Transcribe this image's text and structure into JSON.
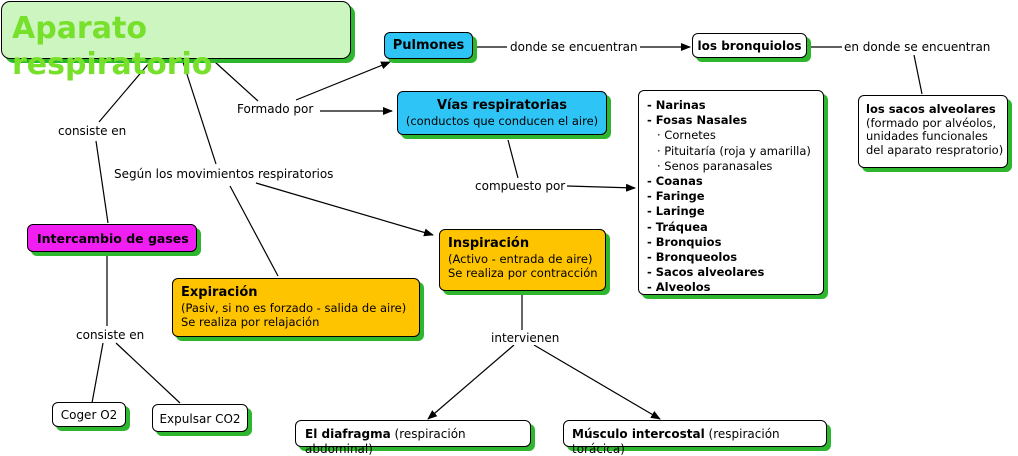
{
  "title": "Aparato respiratorio",
  "nodes": {
    "pulmones": "Pulmones",
    "bronquiolos": "los bronquiolos",
    "sacos": {
      "title": "los sacos alveolares",
      "lines": [
        "(formado por alvéolos,",
        "unidades funcionales",
        "del aparato respratorio)"
      ]
    },
    "vias": {
      "title": "Vías respiratorias",
      "sub": "(conductos que conducen el aire)"
    },
    "lista": {
      "items": [
        {
          "text": "- Narinas",
          "level": 0
        },
        {
          "text": "- Fosas Nasales",
          "level": 0
        },
        {
          "text": "· Cornetes",
          "level": 1
        },
        {
          "text": "· Pituitaría (roja y amarilla)",
          "level": 1
        },
        {
          "text": "· Senos paranasales",
          "level": 1
        },
        {
          "text": "- Coanas",
          "level": 0
        },
        {
          "text": "- Faringe",
          "level": 0
        },
        {
          "text": "- Laringe",
          "level": 0
        },
        {
          "text": "- Tráquea",
          "level": 0
        },
        {
          "text": "- Bronquios",
          "level": 0
        },
        {
          "text": "- Bronqueolos",
          "level": 0
        },
        {
          "text": "- Sacos alveolares",
          "level": 0
        },
        {
          "text": "- Alveolos",
          "level": 0
        }
      ]
    },
    "intercambio": "Intercambio de gases",
    "inspiracion": {
      "title": "Inspiración",
      "lines": [
        "(Activo - entrada de aire)",
        "Se realiza por contracción"
      ]
    },
    "expiracion": {
      "title": "Expiración",
      "lines": [
        "(Pasiv, si no es forzado - salida de aire)",
        "Se realiza por relajación"
      ]
    },
    "coger": "Coger O2",
    "expulsar": "Expulsar CO2",
    "diafragma": {
      "bold": "El diafragma",
      "rest": " (respiración abdominal)"
    },
    "musculo": {
      "bold": "Músculo intercostal",
      "rest": " (respiración torácica)"
    }
  },
  "labels": {
    "formado": "Formado por",
    "consiste1": "consiste en",
    "segun": "Según los movimientos respiratorios",
    "donde": "donde se encuentran",
    "endonde": "en donde se encuentran",
    "compuesto": "compuesto por",
    "consiste2": "consiste en",
    "intervienen": "intervienen"
  },
  "colors": {
    "title_fill": "#ccf5c0",
    "title_text": "#77e02a",
    "blue": "#2ec4f5",
    "magenta": "#f01ef0",
    "orange": "#ffc400",
    "shadow": "#2fb62f",
    "white": "#ffffff"
  }
}
